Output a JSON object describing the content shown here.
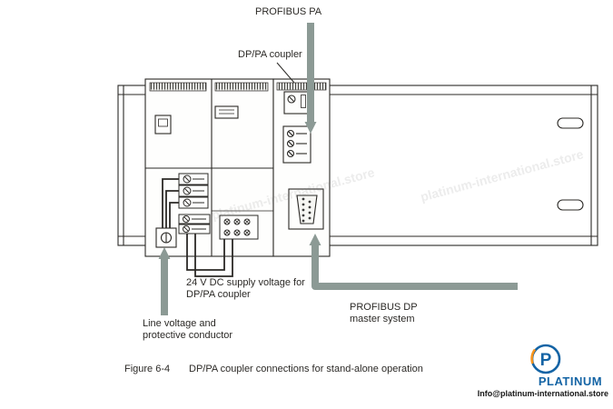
{
  "figure": {
    "caption_label": "Figure 6-4",
    "caption_text": "DP/PA coupler connections for stand-alone operation"
  },
  "labels": {
    "profibus_pa": "PROFIBUS PA",
    "dp_pa_coupler": "DP/PA coupler",
    "supply_line1": "24 V DC supply voltage for",
    "supply_line2": "DP/PA coupler",
    "line_voltage_line1": "Line voltage and",
    "line_voltage_line2": "protective conductor",
    "profibus_dp_line1": "PROFIBUS DP",
    "profibus_dp_line2": "master system"
  },
  "watermark": {
    "brand": "PLATINUM",
    "brand_initial": "P",
    "email": "Info@platinum-international.store",
    "diagonal_text": "platinum-international.store"
  },
  "colors": {
    "arrow_gray": "#8c9a95",
    "line_black": "#2b2926",
    "brand_blue": "#1464a5",
    "brand_orange": "#f7941d"
  }
}
